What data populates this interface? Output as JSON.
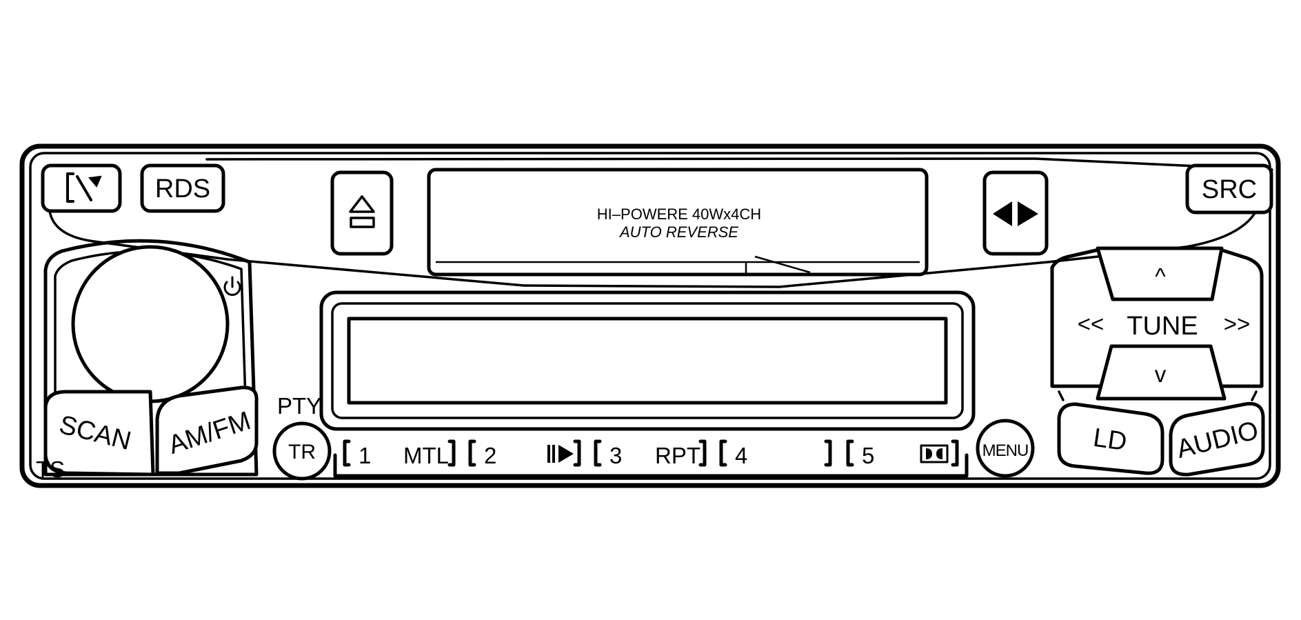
{
  "buttons": {
    "rds": "RDS",
    "src": "SRC",
    "scan": "SCAN",
    "amfm": "AM/FM",
    "ts": "TS",
    "pty": "PTY",
    "tr": "TR",
    "menu": "MENU",
    "ld": "LD",
    "audio": "AUDIO"
  },
  "cassette": {
    "line1": "HI–POWERE 40Wx4CH",
    "line2": "AUTO REVERSE"
  },
  "tune": {
    "label": "TUNE",
    "left": "<<",
    "right": ">>",
    "up": "^",
    "down": "v"
  },
  "presets": [
    {
      "number": "1",
      "label": "MTL"
    },
    {
      "number": "2",
      "label": ""
    },
    {
      "number": "3",
      "label": "RPT"
    },
    {
      "number": "4",
      "label": ""
    },
    {
      "number": "5",
      "label": ""
    }
  ],
  "icons": {
    "top_left_button": "scan-wave-icon",
    "power": "power-icon",
    "eject": "eject-icon",
    "tape_direction": "tape-direction-icon",
    "preset2": "play-pause-icon",
    "preset5": "dolby-icon"
  }
}
